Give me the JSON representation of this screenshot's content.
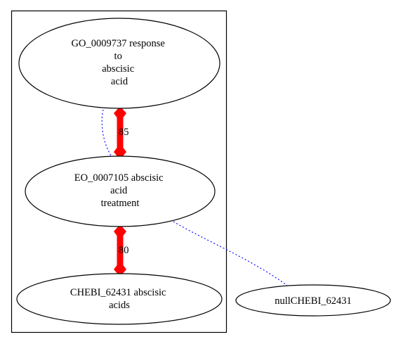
{
  "colors": {
    "background": "#ffffff",
    "outline": "#000000",
    "strong_edge": "#ff0000",
    "weak_edge": "#0000ff"
  },
  "nodes": {
    "go_0009737": {
      "lines": [
        "GO_0009737 response",
        "to",
        "abscisic",
        "acid"
      ]
    },
    "eo_0007105": {
      "lines": [
        "EO_0007105 abscisic",
        "acid",
        "treatment"
      ]
    },
    "chebi_62431": {
      "lines": [
        "CHEBI_62431 abscisic",
        "acids"
      ]
    },
    "null_chebi_62431": {
      "lines": [
        "nullCHEBI_62431"
      ]
    }
  },
  "edges": {
    "go_to_eo": {
      "label": "85",
      "style": "thick-red"
    },
    "eo_to_chebi": {
      "label": "80",
      "style": "thick-red"
    },
    "go_to_eo_dotted": {
      "label": "",
      "style": "dotted-blue"
    },
    "eo_to_null_dotted": {
      "label": "",
      "style": "dotted-blue"
    }
  }
}
